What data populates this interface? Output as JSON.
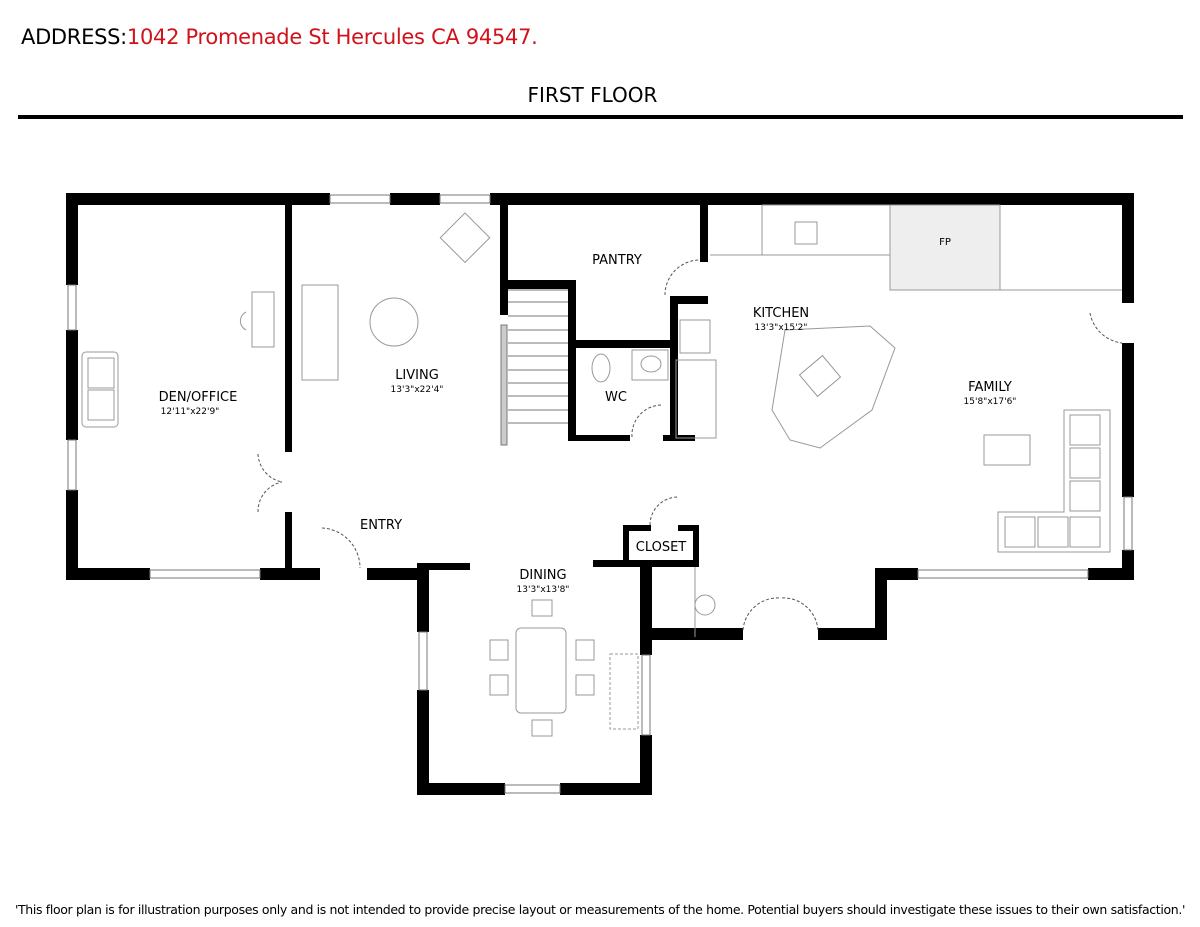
{
  "header": {
    "address_label": "ADDRESS:",
    "address_value": "1042 Promenade St Hercules CA 94547.",
    "floor_title": "FIRST FLOOR"
  },
  "rooms": {
    "den": {
      "name": "DEN/OFFICE",
      "dims": "12'11\"x22'9\""
    },
    "living": {
      "name": "LIVING",
      "dims": "13'3\"x22'4\""
    },
    "pantry": {
      "name": "PANTRY"
    },
    "wc": {
      "name": "WC"
    },
    "kitchen": {
      "name": "KITCHEN",
      "dims": "13'3\"x15'2\""
    },
    "fireplace": {
      "name": "FP"
    },
    "family": {
      "name": "FAMILY",
      "dims": "15'8\"x17'6\""
    },
    "entry": {
      "name": "ENTRY"
    },
    "closet": {
      "name": "CLOSET"
    },
    "dining": {
      "name": "DINING",
      "dims": "13'3\"x13'8\""
    }
  },
  "footer": {
    "disclaimer": "'This floor plan is for illustration purposes only and is not intended to provide precise layout or measurements of the home. Potential buyers should investigate these issues to their own satisfaction.'"
  },
  "colors": {
    "address": "#d0121b",
    "walls": "#000000",
    "furniture": "#9a9a9a"
  }
}
